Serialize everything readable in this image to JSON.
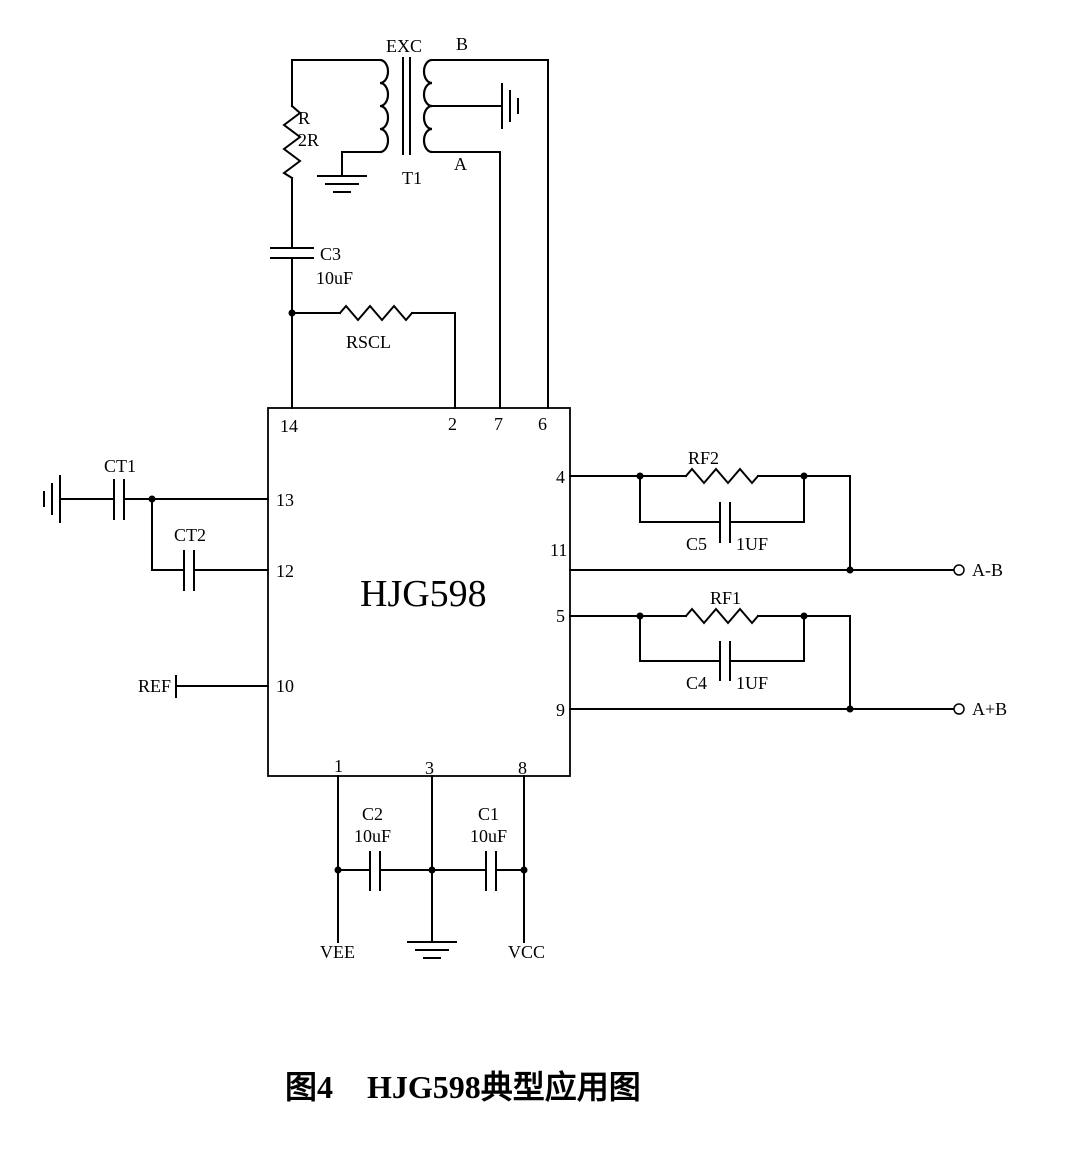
{
  "chip": {
    "name": "HJG598"
  },
  "pins": {
    "p14": "14",
    "p2": "2",
    "p7": "7",
    "p6": "6",
    "p13": "13",
    "p12": "12",
    "p10": "10",
    "p4": "4",
    "p11": "11",
    "p5": "5",
    "p9": "9",
    "p1": "1",
    "p3": "3",
    "p8": "8"
  },
  "transformer": {
    "exc": "EXC",
    "b": "B",
    "a": "A",
    "name": "T1"
  },
  "resistor_r": {
    "name": "R",
    "value": "2R"
  },
  "c3": {
    "name": "C3",
    "value": "10uF"
  },
  "rscl": {
    "name": "RSCL"
  },
  "ct1": {
    "name": "CT1"
  },
  "ct2": {
    "name": "CT2"
  },
  "ref": {
    "name": "REF"
  },
  "rf2": {
    "name": "RF2"
  },
  "c5": {
    "name": "C5",
    "value": "1UF"
  },
  "rf1": {
    "name": "RF1"
  },
  "c4": {
    "name": "C4",
    "value": "1UF"
  },
  "outputs": {
    "a_minus_b": "A-B",
    "a_plus_b": "A+B"
  },
  "c2": {
    "name": "C2",
    "value": "10uF"
  },
  "c1": {
    "name": "C1",
    "value": "10uF"
  },
  "supplies": {
    "vee": "VEE",
    "vcc": "VCC"
  },
  "caption": {
    "figure": "图4",
    "title": "HJG598典型应用图"
  }
}
